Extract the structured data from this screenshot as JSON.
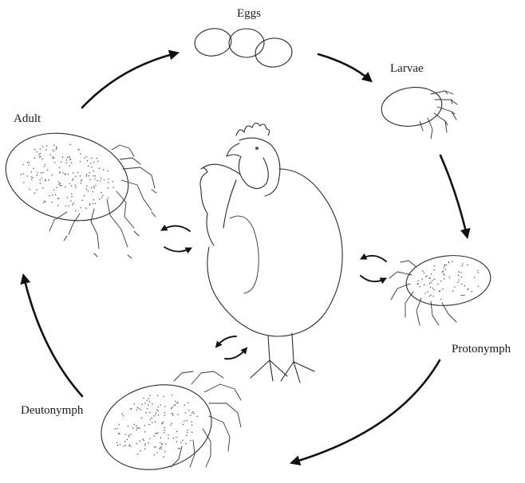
{
  "diagram": {
    "stages": [
      {
        "id": "eggs",
        "label": "Eggs",
        "icon": "eggs-icon"
      },
      {
        "id": "larvae",
        "label": "Larvae",
        "icon": "larva-mite-icon"
      },
      {
        "id": "protonymph",
        "label": "Protonymph",
        "icon": "protonymph-mite-icon"
      },
      {
        "id": "deutonymph",
        "label": "Deutonymph",
        "icon": "deutonymph-mite-icon"
      },
      {
        "id": "adult",
        "label": "Adult",
        "icon": "adult-mite-icon"
      }
    ],
    "host_icon": "chicken-icon",
    "colors": {
      "ink": "#2a2a2a",
      "arrow": "#111111",
      "background": "#ffffff"
    }
  }
}
